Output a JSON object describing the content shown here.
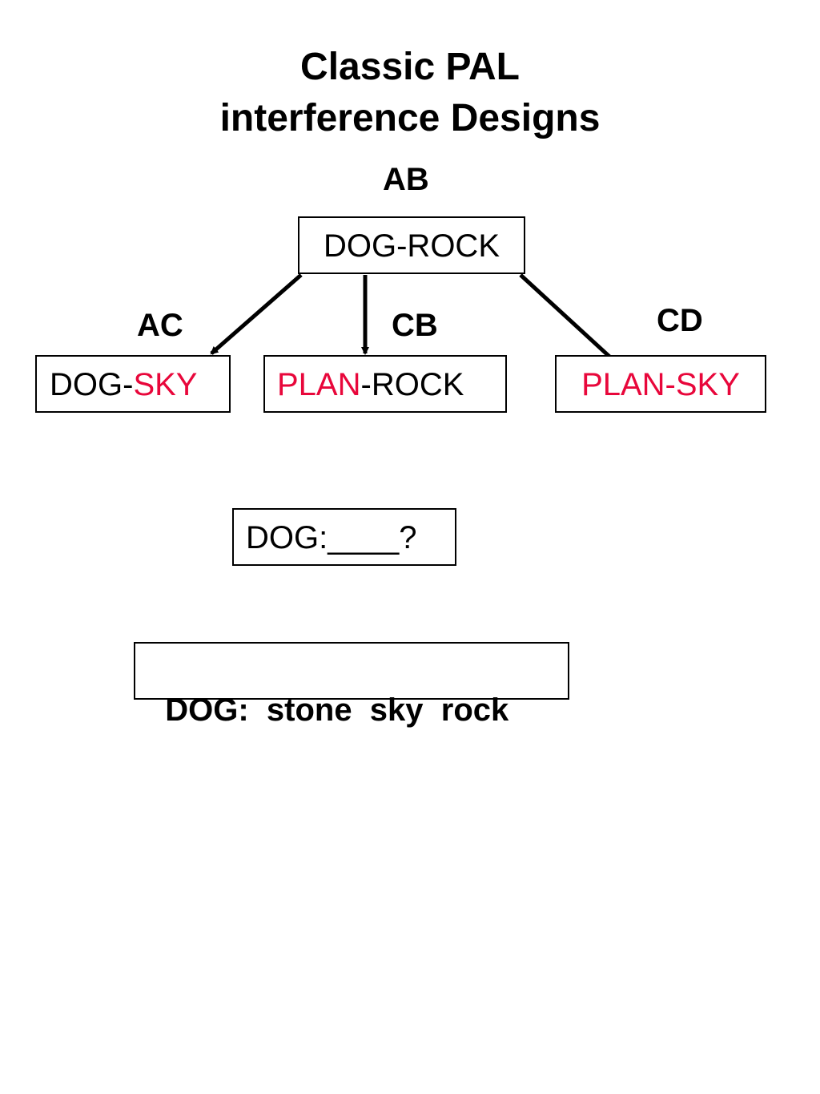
{
  "title": {
    "line1": "Classic PAL",
    "line2": "interference Designs"
  },
  "labels": {
    "ab": "AB",
    "ac": "AC",
    "cb": "CB",
    "cd": "CD"
  },
  "boxes": {
    "top": "DOG-ROCK",
    "dog_sky": {
      "part1": "DOG-",
      "part2": "SKY"
    },
    "plan_rock": {
      "part1": "PLAN",
      "part2": "-ROCK"
    },
    "plan_sky": "PLAN-SKY",
    "query": "DOG:____?",
    "answer": "DOG:  stone  sky  rock"
  },
  "colors": {
    "text": "#000000",
    "highlight": "#e8073b"
  }
}
